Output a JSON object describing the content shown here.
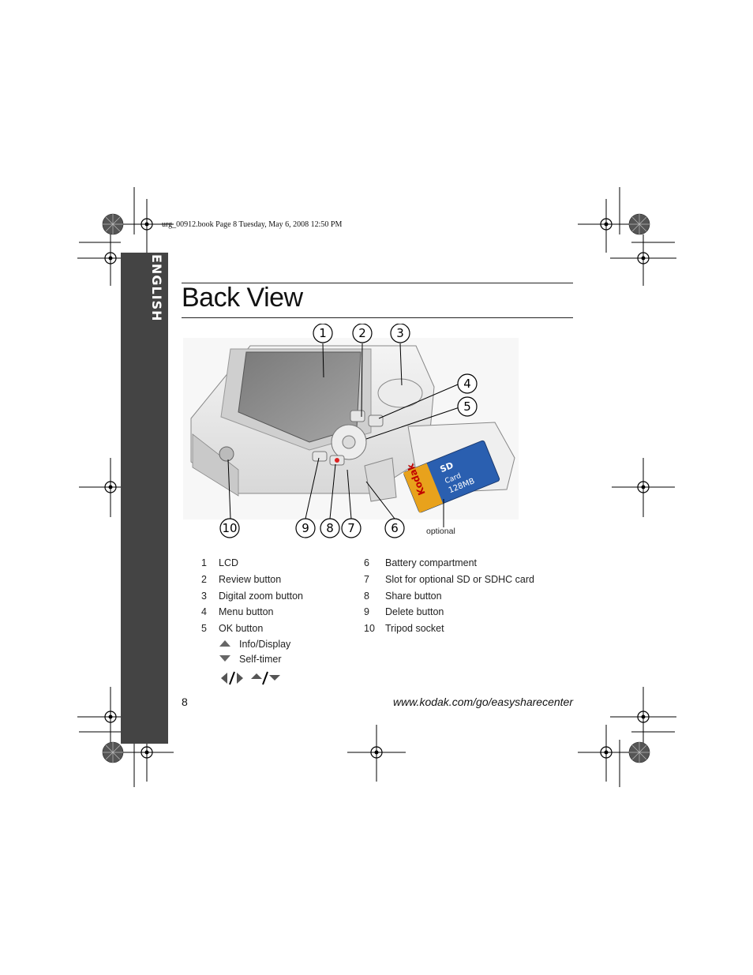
{
  "slug": "urg_00912.book  Page 8  Tuesday, May 6, 2008  12:50 PM",
  "sidebar": {
    "label": "ENGLISH"
  },
  "page": {
    "title": "Back View",
    "number": "8",
    "url": "www.kodak.com/go/easysharecenter"
  },
  "figure": {
    "callouts": [
      "1",
      "2",
      "3",
      "4",
      "5",
      "6",
      "7",
      "8",
      "9",
      "10"
    ],
    "optional_label": "optional",
    "sd_card": {
      "brand": "Kodak",
      "type": "Card",
      "capacity": "128MB",
      "logo": "SD"
    }
  },
  "legend": {
    "left": [
      {
        "num": "1",
        "label": "LCD"
      },
      {
        "num": "2",
        "label": "Review button"
      },
      {
        "num": "3",
        "label": "Digital zoom button"
      },
      {
        "num": "4",
        "label": "Menu button"
      },
      {
        "num": "5",
        "label": "OK button"
      }
    ],
    "sub_items": [
      {
        "icon": "up-triangle-icon",
        "label": "Info/Display"
      },
      {
        "icon": "down-triangle-icon",
        "label": "Self-timer"
      }
    ],
    "right": [
      {
        "num": "6",
        "label": "Battery compartment"
      },
      {
        "num": "7",
        "label": "Slot for optional SD or SDHC card"
      },
      {
        "num": "8",
        "label": "Share button"
      },
      {
        "num": "9",
        "label": "Delete button"
      },
      {
        "num": "10",
        "label": "Tripod socket"
      }
    ]
  },
  "colors": {
    "sidebar": "#444444",
    "sd_card_blue": "#2a5fb0",
    "sd_card_orange": "#e8a21c"
  }
}
